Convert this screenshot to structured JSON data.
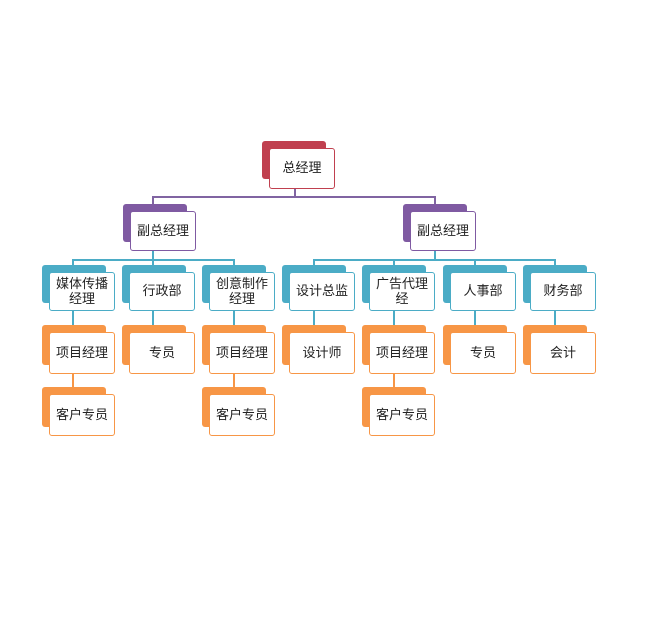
{
  "colors": {
    "red": "#c0404f",
    "purple": "#7f5aa2",
    "blue": "#4bacc6",
    "orange": "#f79646",
    "line_purple": "#8064a2",
    "line_blue": "#4bacc6"
  },
  "nodes": {
    "ceo": "总经理",
    "vp1": "副总经理",
    "vp2": "副总经理",
    "dept_media": "媒体传播经理",
    "dept_admin": "行政部",
    "dept_creative": "创意制作经理",
    "dept_design": "设计总监",
    "dept_ad": "广告代理经",
    "dept_hr": "人事部",
    "dept_finance": "财务部",
    "pm1": "项目经理",
    "staff1": "专员",
    "pm2": "项目经理",
    "designer": "设计师",
    "pm3": "项目经理",
    "staff2": "专员",
    "accountant": "会计",
    "cs1": "客户专员",
    "cs2": "客户专员",
    "cs3": "客户专员"
  }
}
